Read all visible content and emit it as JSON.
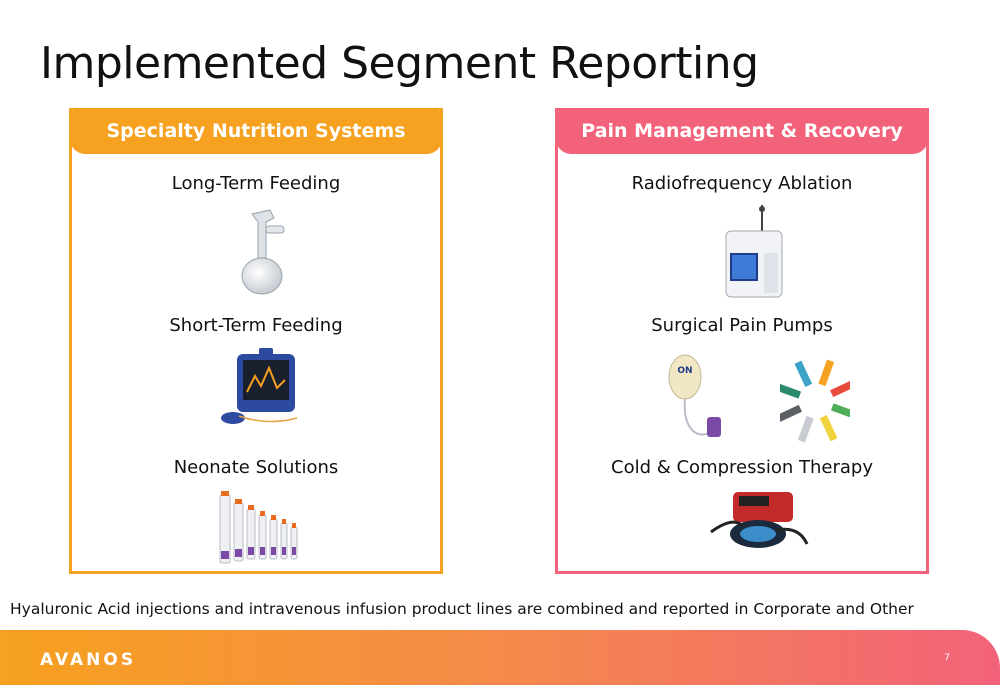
{
  "slide": {
    "title": "Implemented Segment Reporting",
    "footnote": "Hyaluronic Acid injections and intravenous infusion product lines are combined and reported in Corporate and Other",
    "page_number": "7",
    "logo_text": "AVANOS"
  },
  "segments": {
    "left": {
      "title": "Specialty Nutrition Systems",
      "accent": "#f6a11f",
      "items": [
        "Long-Term Feeding",
        "Short-Term Feeding",
        "Neonate Solutions"
      ]
    },
    "right": {
      "title": "Pain Management & Recovery",
      "accent": "#f2627a",
      "items": [
        "Radiofrequency Ablation",
        "Surgical Pain Pumps",
        "Cold & Compression Therapy"
      ]
    }
  },
  "icons": {
    "long_term": "feeding-tube-icon",
    "short_term": "monitor-device-icon",
    "neonate": "syringes-icon",
    "rf": "rf-generator-icon",
    "pump": "pain-pump-icon",
    "cold": "compression-unit-icon"
  }
}
